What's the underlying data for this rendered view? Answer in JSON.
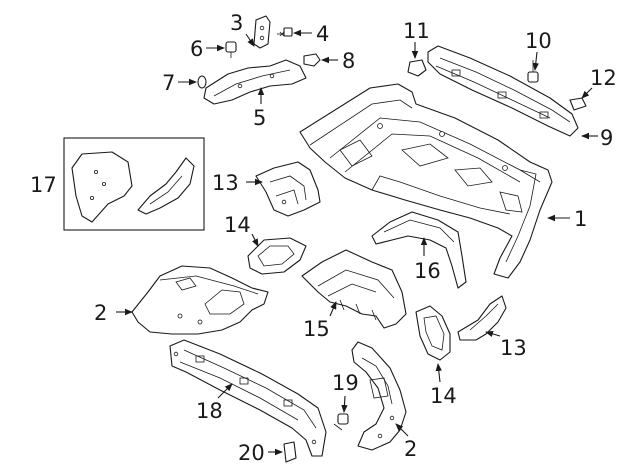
{
  "diagram": {
    "callouts": [
      {
        "id": "c1",
        "label": "1"
      },
      {
        "id": "c2a",
        "label": "2"
      },
      {
        "id": "c2b",
        "label": "2"
      },
      {
        "id": "c3",
        "label": "3"
      },
      {
        "id": "c4",
        "label": "4"
      },
      {
        "id": "c5",
        "label": "5"
      },
      {
        "id": "c6",
        "label": "6"
      },
      {
        "id": "c7",
        "label": "7"
      },
      {
        "id": "c8",
        "label": "8"
      },
      {
        "id": "c9",
        "label": "9"
      },
      {
        "id": "c10",
        "label": "10"
      },
      {
        "id": "c11",
        "label": "11"
      },
      {
        "id": "c12",
        "label": "12"
      },
      {
        "id": "c13a",
        "label": "13"
      },
      {
        "id": "c13b",
        "label": "13"
      },
      {
        "id": "c14a",
        "label": "14"
      },
      {
        "id": "c14b",
        "label": "14"
      },
      {
        "id": "c15",
        "label": "15"
      },
      {
        "id": "c16",
        "label": "16"
      },
      {
        "id": "c17",
        "label": "17"
      },
      {
        "id": "c18",
        "label": "18"
      },
      {
        "id": "c19",
        "label": "19"
      },
      {
        "id": "c20",
        "label": "20"
      }
    ]
  }
}
